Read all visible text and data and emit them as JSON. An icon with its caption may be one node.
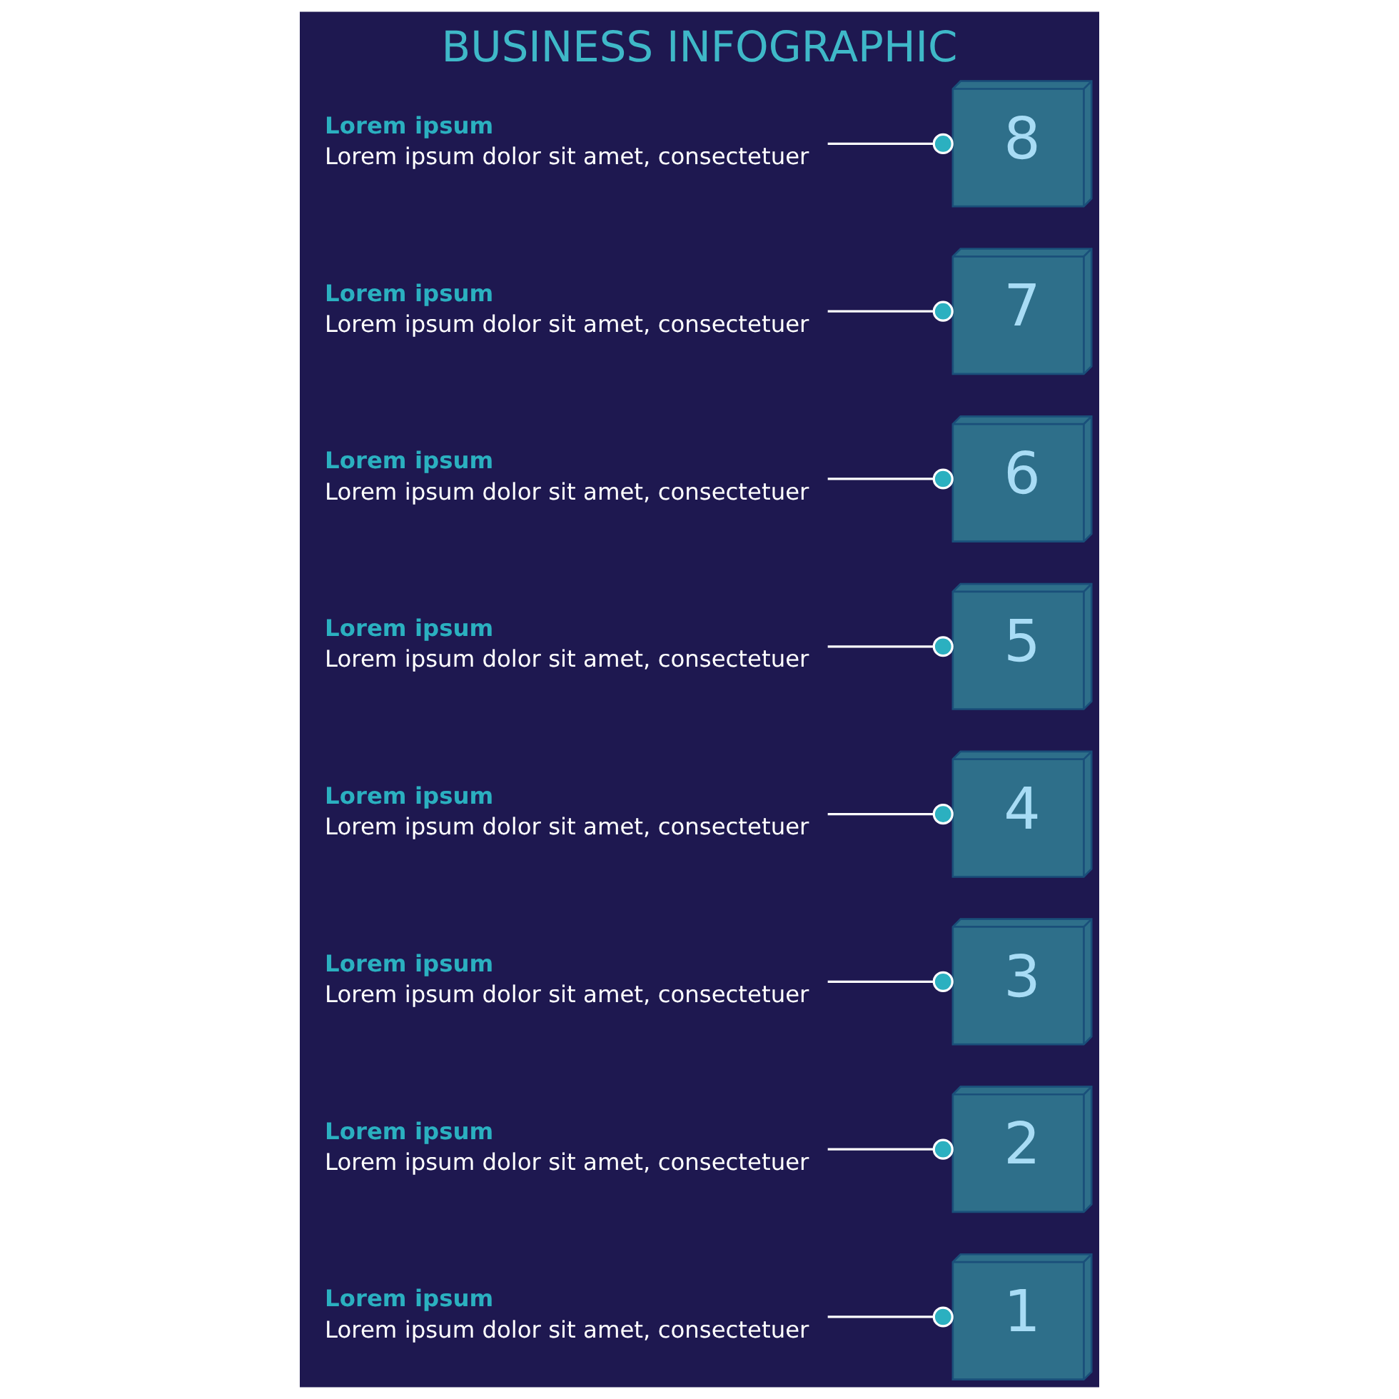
{
  "diagram": {
    "title": "BUSINESS INFOGRAPHIC",
    "nodes": [
      {
        "text": [
          "1"
        ]
      },
      {
        "text": [
          "2"
        ]
      },
      {
        "text": [
          "3"
        ]
      },
      {
        "text": [
          "4"
        ]
      },
      {
        "text": [
          "5"
        ]
      },
      {
        "text": [
          "6"
        ]
      },
      {
        "text": [
          "7"
        ]
      },
      {
        "text": [
          "8"
        ]
      },
      {
        "text": [
          "Lorem ipsum",
          "Lorem ipsum dolor sit amet, consectetuer"
        ]
      },
      {
        "text": [
          "Lorem ipsum",
          "Lorem ipsum dolor sit amet, consectetuer"
        ]
      },
      {
        "text": [
          "Lorem ipsum",
          "Lorem ipsum dolor sit amet, consectetuer"
        ]
      },
      {
        "text": [
          "Lorem ipsum",
          "Lorem ipsum dolor sit amet, consectetuer"
        ]
      },
      {
        "text": [
          "Lorem ipsum",
          "Lorem ipsum dolor sit amet, consectetuer"
        ]
      },
      {
        "text": [
          "Lorem ipsum",
          "Lorem ipsum dolor sit amet, consectetuer"
        ]
      },
      {
        "text": [
          "Lorem ipsum",
          "Lorem ipsum dolor sit amet, consectetuer"
        ]
      },
      {
        "text": [
          "Lorem ipsum",
          "Lorem ipsum dolor sit amet, consectetuer"
        ]
      }
    ],
    "edges": [
      {
        "from": 8,
        "to": 0,
        "arrow": "other"
      },
      {
        "from": 9,
        "to": 1,
        "arrow": "other"
      },
      {
        "from": 10,
        "to": 2,
        "arrow": "other"
      },
      {
        "from": 11,
        "to": 3,
        "arrow": "other"
      },
      {
        "from": 12,
        "to": 4,
        "arrow": "other"
      },
      {
        "from": 13,
        "to": 5,
        "arrow": "other"
      },
      {
        "from": 14,
        "to": 6,
        "arrow": "other"
      },
      {
        "from": 15,
        "to": 7,
        "arrow": "other"
      }
    ]
  }
}
